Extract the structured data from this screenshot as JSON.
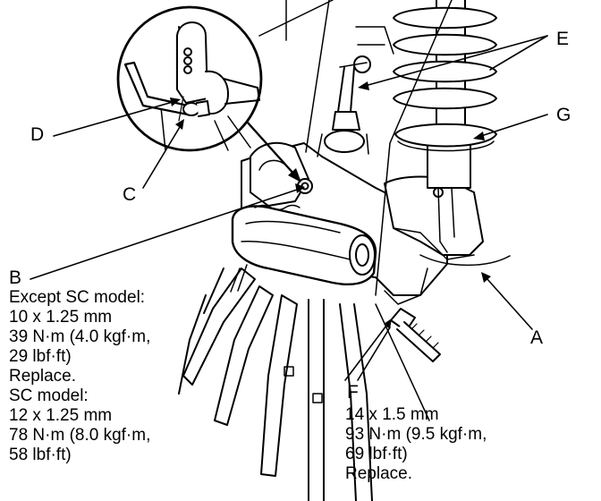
{
  "colors": {
    "ink": "#000000",
    "background": "#ffffff"
  },
  "callouts": {
    "a": "A",
    "b": "B",
    "c": "C",
    "d": "D",
    "e": "E",
    "f": "F",
    "g": "G"
  },
  "spec_b": [
    "Except SC model:",
    "10 x 1.25 mm",
    "39 N·m (4.0 kgf·m,",
    "29 lbf·ft)",
    "Replace.",
    "SC model:",
    "12 x 1.25 mm",
    "78 N·m (8.0 kgf·m,",
    "58 lbf·ft)"
  ],
  "spec_f": [
    "14 x 1.5 mm",
    "93 N·m (9.5 kgf·m,",
    "69 lbf·ft)",
    "Replace."
  ]
}
